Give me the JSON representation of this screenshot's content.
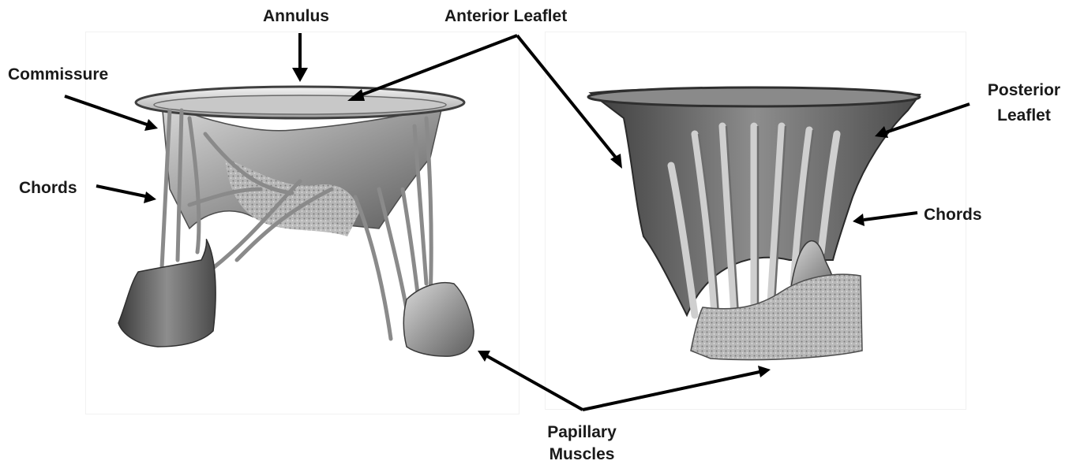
{
  "figure": {
    "labels": {
      "annulus": "Annulus",
      "anterior_leaflet": "Anterior Leaflet",
      "commissure": "Commissure",
      "chords_left": "Chords",
      "posterior_leaflet_line1": "Posterior",
      "posterior_leaflet_line2": "Leaflet",
      "chords_right": "Chords",
      "papillary_line1": "Papillary",
      "papillary_line2": "Muscles"
    }
  }
}
